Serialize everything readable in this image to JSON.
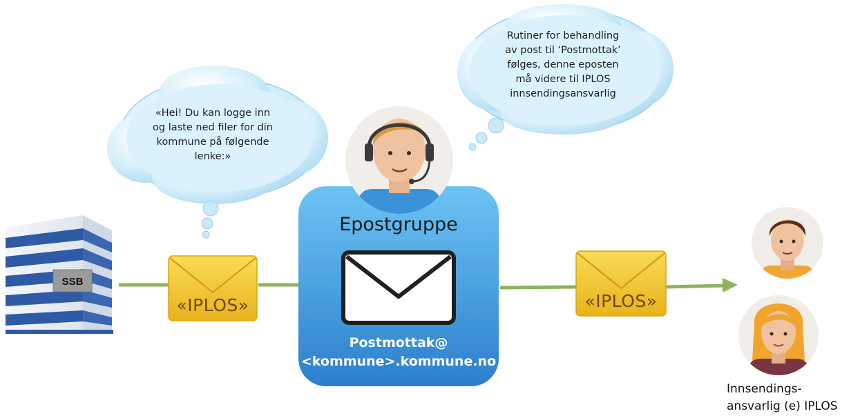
{
  "building": {
    "label": "SSB"
  },
  "envelope_left": {
    "label": "«IPLOS»"
  },
  "envelope_right": {
    "label": "«IPLOS»"
  },
  "bubble_left": {
    "lines": [
      "«Hei! Du kan logge inn",
      "og laste ned filer for din",
      "kommune på følgende",
      "lenke:»"
    ]
  },
  "bubble_right": {
    "lines": [
      "Rutiner for behandling",
      "av post til ‘Postmottak’",
      "følges, denne eposten",
      "må videre til IPLOS",
      "innsendingsansvarlig"
    ]
  },
  "mailgroup": {
    "title": "Epostgruppe",
    "address_line1": "Postmottak@",
    "address_line2": "<kommune>.kommune.no"
  },
  "recipients": {
    "label_line1": "Innsendings-",
    "label_line2": "ansvarlig (e) IPLOS"
  },
  "colors": {
    "arrow": "#8fb35a",
    "box_top": "#67bdf0",
    "box_bottom": "#2f83cf",
    "envelope": "#f2c832",
    "bubble": "#c7e9f8"
  }
}
